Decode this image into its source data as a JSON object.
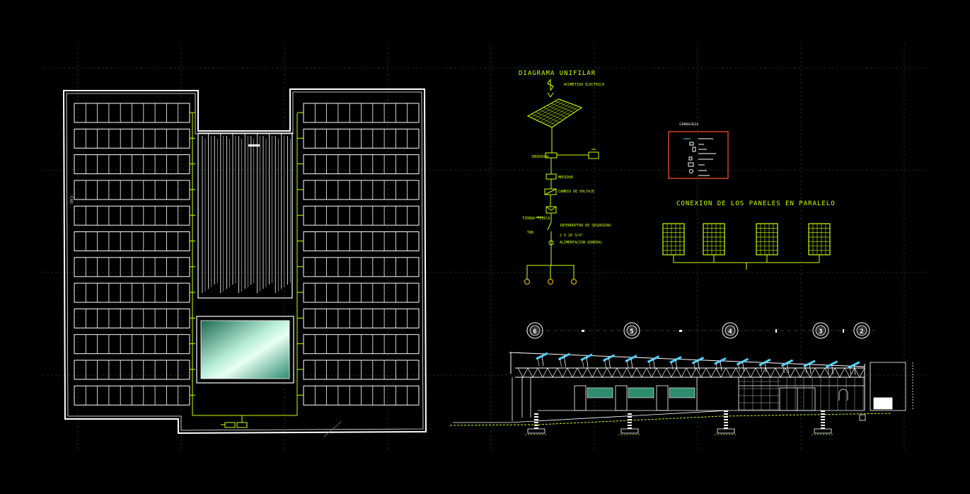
{
  "drawing": {
    "background": "#000000",
    "colors": {
      "wiring": "#ccff00",
      "outline": "#ffffff",
      "legend_frame": "#ff5522",
      "glass": "#2e8b6e",
      "panel_blue": "#4fd0ff",
      "grid": "#1d2a1d"
    }
  },
  "single_line_diagram": {
    "title": "DIAGRAMA UNIFILAR",
    "labels": [
      "ACOMETIDA ELECTRICA",
      "INVERSOR",
      "MEDIDOR",
      "CAMBIO DE VOLTAJE",
      "TIERRA FISICA",
      "INTERRUPTOR DE SEGURIDAD",
      "TAB",
      "2 X 20 3/4\"",
      "ALIMENTACION GENERAL"
    ]
  },
  "legend": {
    "title": "SIMBOLOGIA"
  },
  "parallel_connection": {
    "title": "CONEXION DE LOS PANELES EN PARALELO"
  },
  "plan": {
    "side_label": "CAD"
  },
  "section": {
    "axis_markers": [
      "6",
      "5",
      "4",
      "3",
      "2"
    ]
  }
}
